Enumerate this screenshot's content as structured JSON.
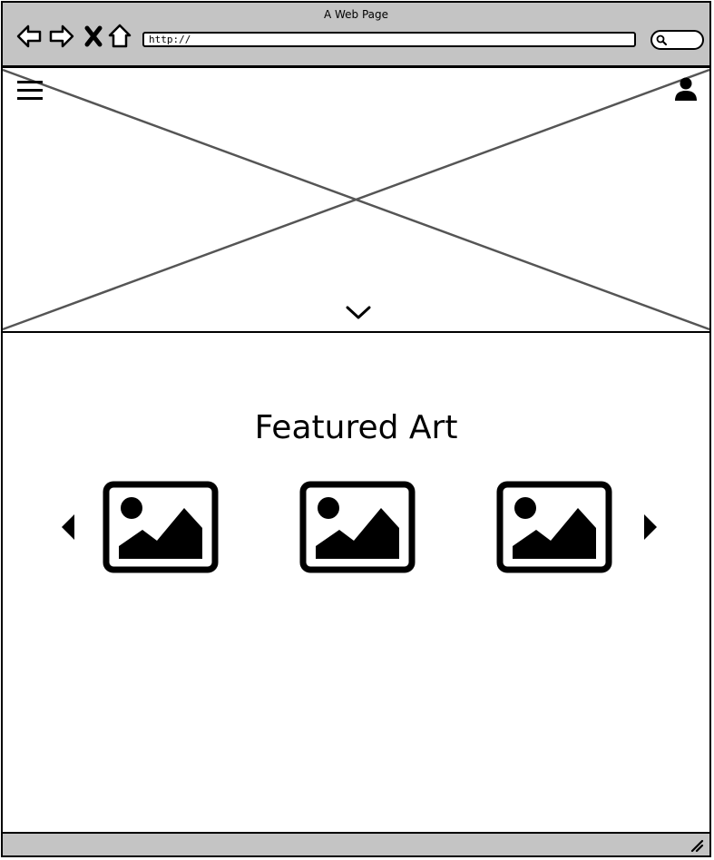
{
  "window": {
    "title": "A Web Page"
  },
  "toolbar": {
    "back_icon": "back-arrow-icon",
    "forward_icon": "forward-arrow-icon",
    "stop_icon": "close-icon",
    "home_icon": "home-icon",
    "url_value": "http://",
    "search_icon": "search-icon"
  },
  "hero": {
    "menu_icon": "hamburger-menu-icon",
    "profile_icon": "user-icon",
    "scroll_icon": "chevron-down-icon"
  },
  "featured": {
    "title": "Featured Art",
    "prev_icon": "caret-left-icon",
    "next_icon": "caret-right-icon",
    "items": [
      {
        "icon": "image-placeholder-icon"
      },
      {
        "icon": "image-placeholder-icon"
      },
      {
        "icon": "image-placeholder-icon"
      }
    ]
  },
  "colors": {
    "chrome": "#c4c4c4",
    "stroke": "#000000",
    "placeholder_line": "#555555"
  }
}
